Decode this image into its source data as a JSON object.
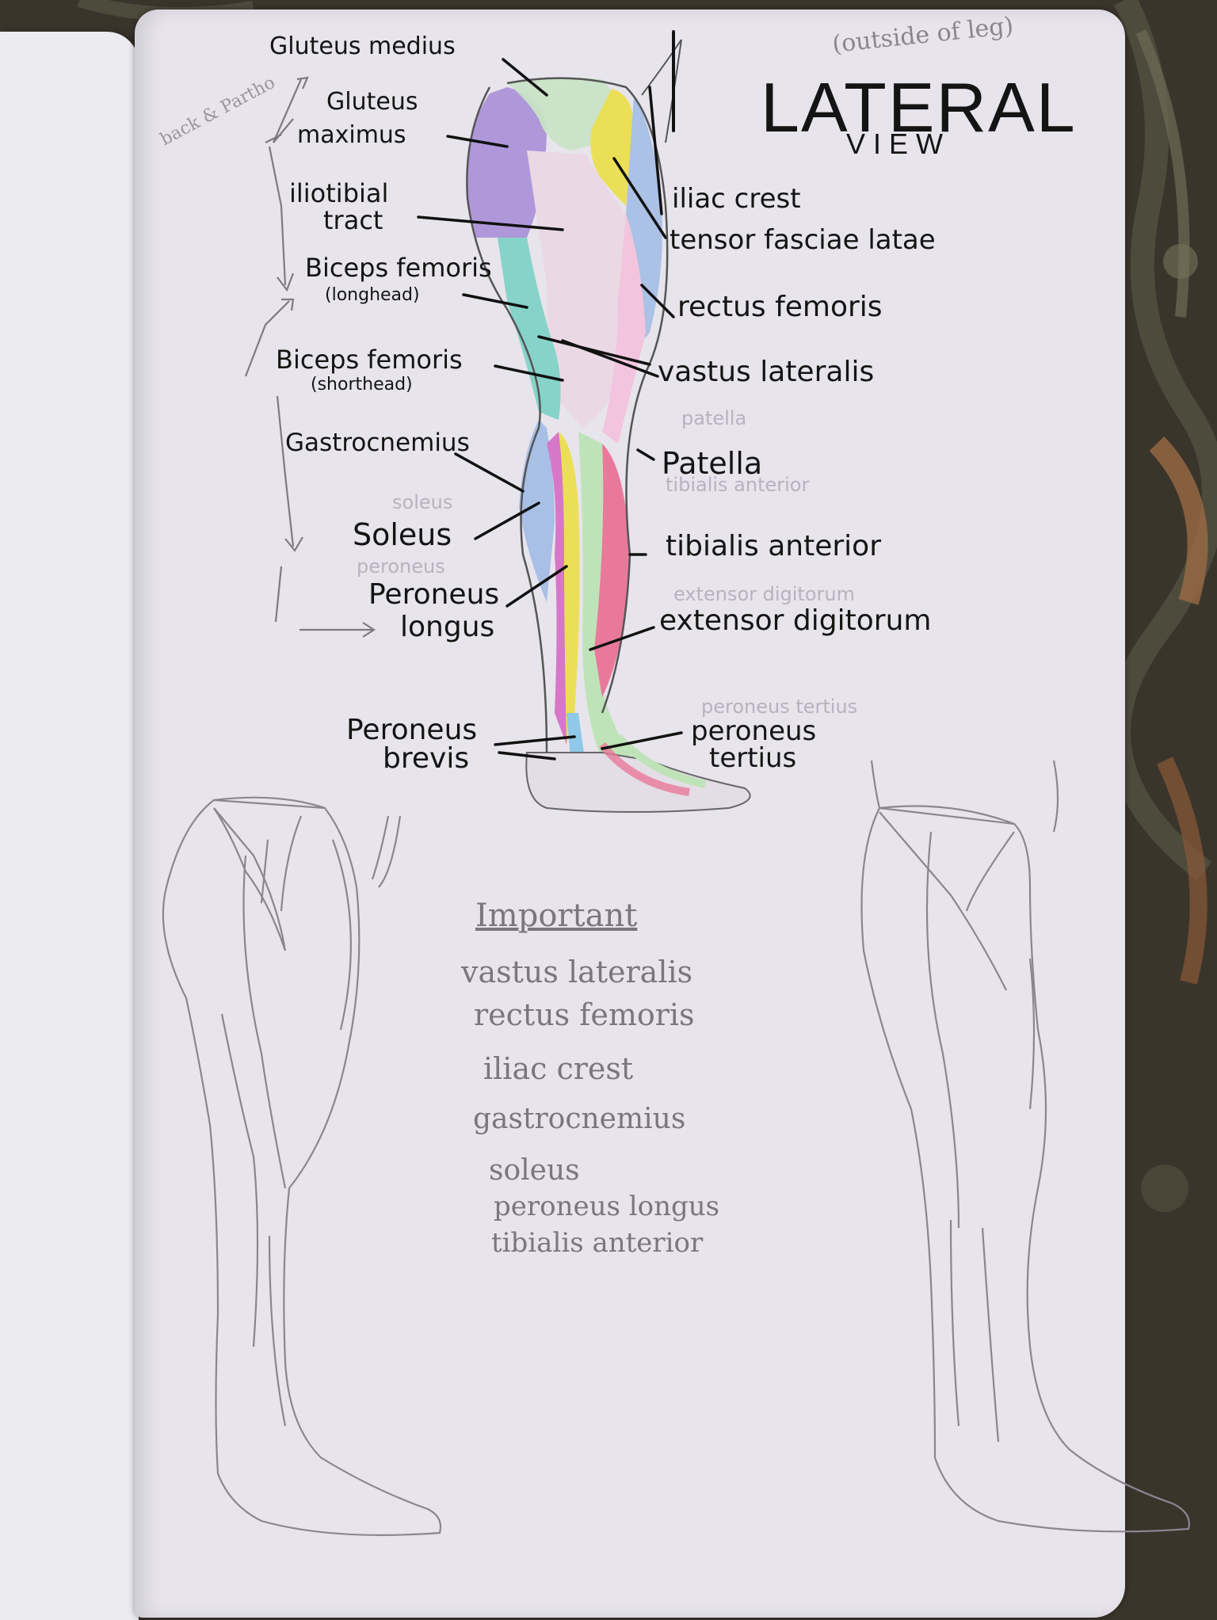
{
  "title": {
    "main": "LATERAL",
    "sub": "VIEW",
    "note": "(outside of leg)"
  },
  "margin_note": "back & Partho",
  "labels_left": [
    {
      "id": "gluteus-medius",
      "text": "Gluteus medius"
    },
    {
      "id": "gluteus-maximus-1",
      "text": "Gluteus"
    },
    {
      "id": "gluteus-maximus-2",
      "text": "maximus"
    },
    {
      "id": "iliotibial-1",
      "text": "iliotibial"
    },
    {
      "id": "iliotibial-2",
      "text": "tract"
    },
    {
      "id": "biceps-long-1",
      "text": "Biceps femoris"
    },
    {
      "id": "biceps-long-2",
      "text": "(longhead)"
    },
    {
      "id": "biceps-short-1",
      "text": "Biceps femoris"
    },
    {
      "id": "biceps-short-2",
      "text": "(shorthead)"
    },
    {
      "id": "gastrocnemius",
      "text": "Gastrocnemius"
    },
    {
      "id": "soleus",
      "text": "Soleus"
    },
    {
      "id": "peroneus-longus-1",
      "text": "Peroneus"
    },
    {
      "id": "peroneus-longus-2",
      "text": "longus"
    },
    {
      "id": "peroneus-brevis-1",
      "text": "Peroneus"
    },
    {
      "id": "peroneus-brevis-2",
      "text": "brevis"
    }
  ],
  "labels_right": [
    {
      "id": "iliac-crest",
      "text": "iliac crest"
    },
    {
      "id": "tensor",
      "text": "tensor fasciae latae"
    },
    {
      "id": "rectus-femoris",
      "text": "rectus femoris"
    },
    {
      "id": "vastus-lateralis",
      "text": "vastus lateralis"
    },
    {
      "id": "patella",
      "text": "Patella"
    },
    {
      "id": "tibialis-anterior",
      "text": "tibialis anterior"
    },
    {
      "id": "extensor-digitorum",
      "text": "extensor digitorum"
    },
    {
      "id": "peroneus-tertius-1",
      "text": "peroneus"
    },
    {
      "id": "peroneus-tertius-2",
      "text": "tertius"
    }
  ],
  "faint_labels": [
    "soleus",
    "peroneus",
    "patella",
    "tibialis anterior",
    "extensor digitorum",
    "peroneus tertius"
  ],
  "important": {
    "heading": "Important",
    "items": [
      "vastus lateralis",
      "rectus femoris",
      "iliac crest",
      "gastrocnemius",
      "soleus",
      "peroneus longus",
      "tibialis anterior"
    ]
  },
  "colors": {
    "gluteus_medius": "#c9e3c6",
    "gluteus_maximus": "#a98fd8",
    "tensor_fasciae_latae": "#ecdf58",
    "rectus_femoris": "#a8bfe6",
    "iliotibial_tract": "#ead9e4",
    "vastus_lateralis": "#f3c4dd",
    "biceps_femoris": "#86d3c9",
    "gastrocnemius": "#a8bfe6",
    "soleus": "#d777c7",
    "peroneus_longus": "#ecdf58",
    "tibialis_anterior": "#e9799a",
    "extensor_digitorum": "#bfe3b8",
    "peroneus_brevis": "#8fc8e8"
  }
}
